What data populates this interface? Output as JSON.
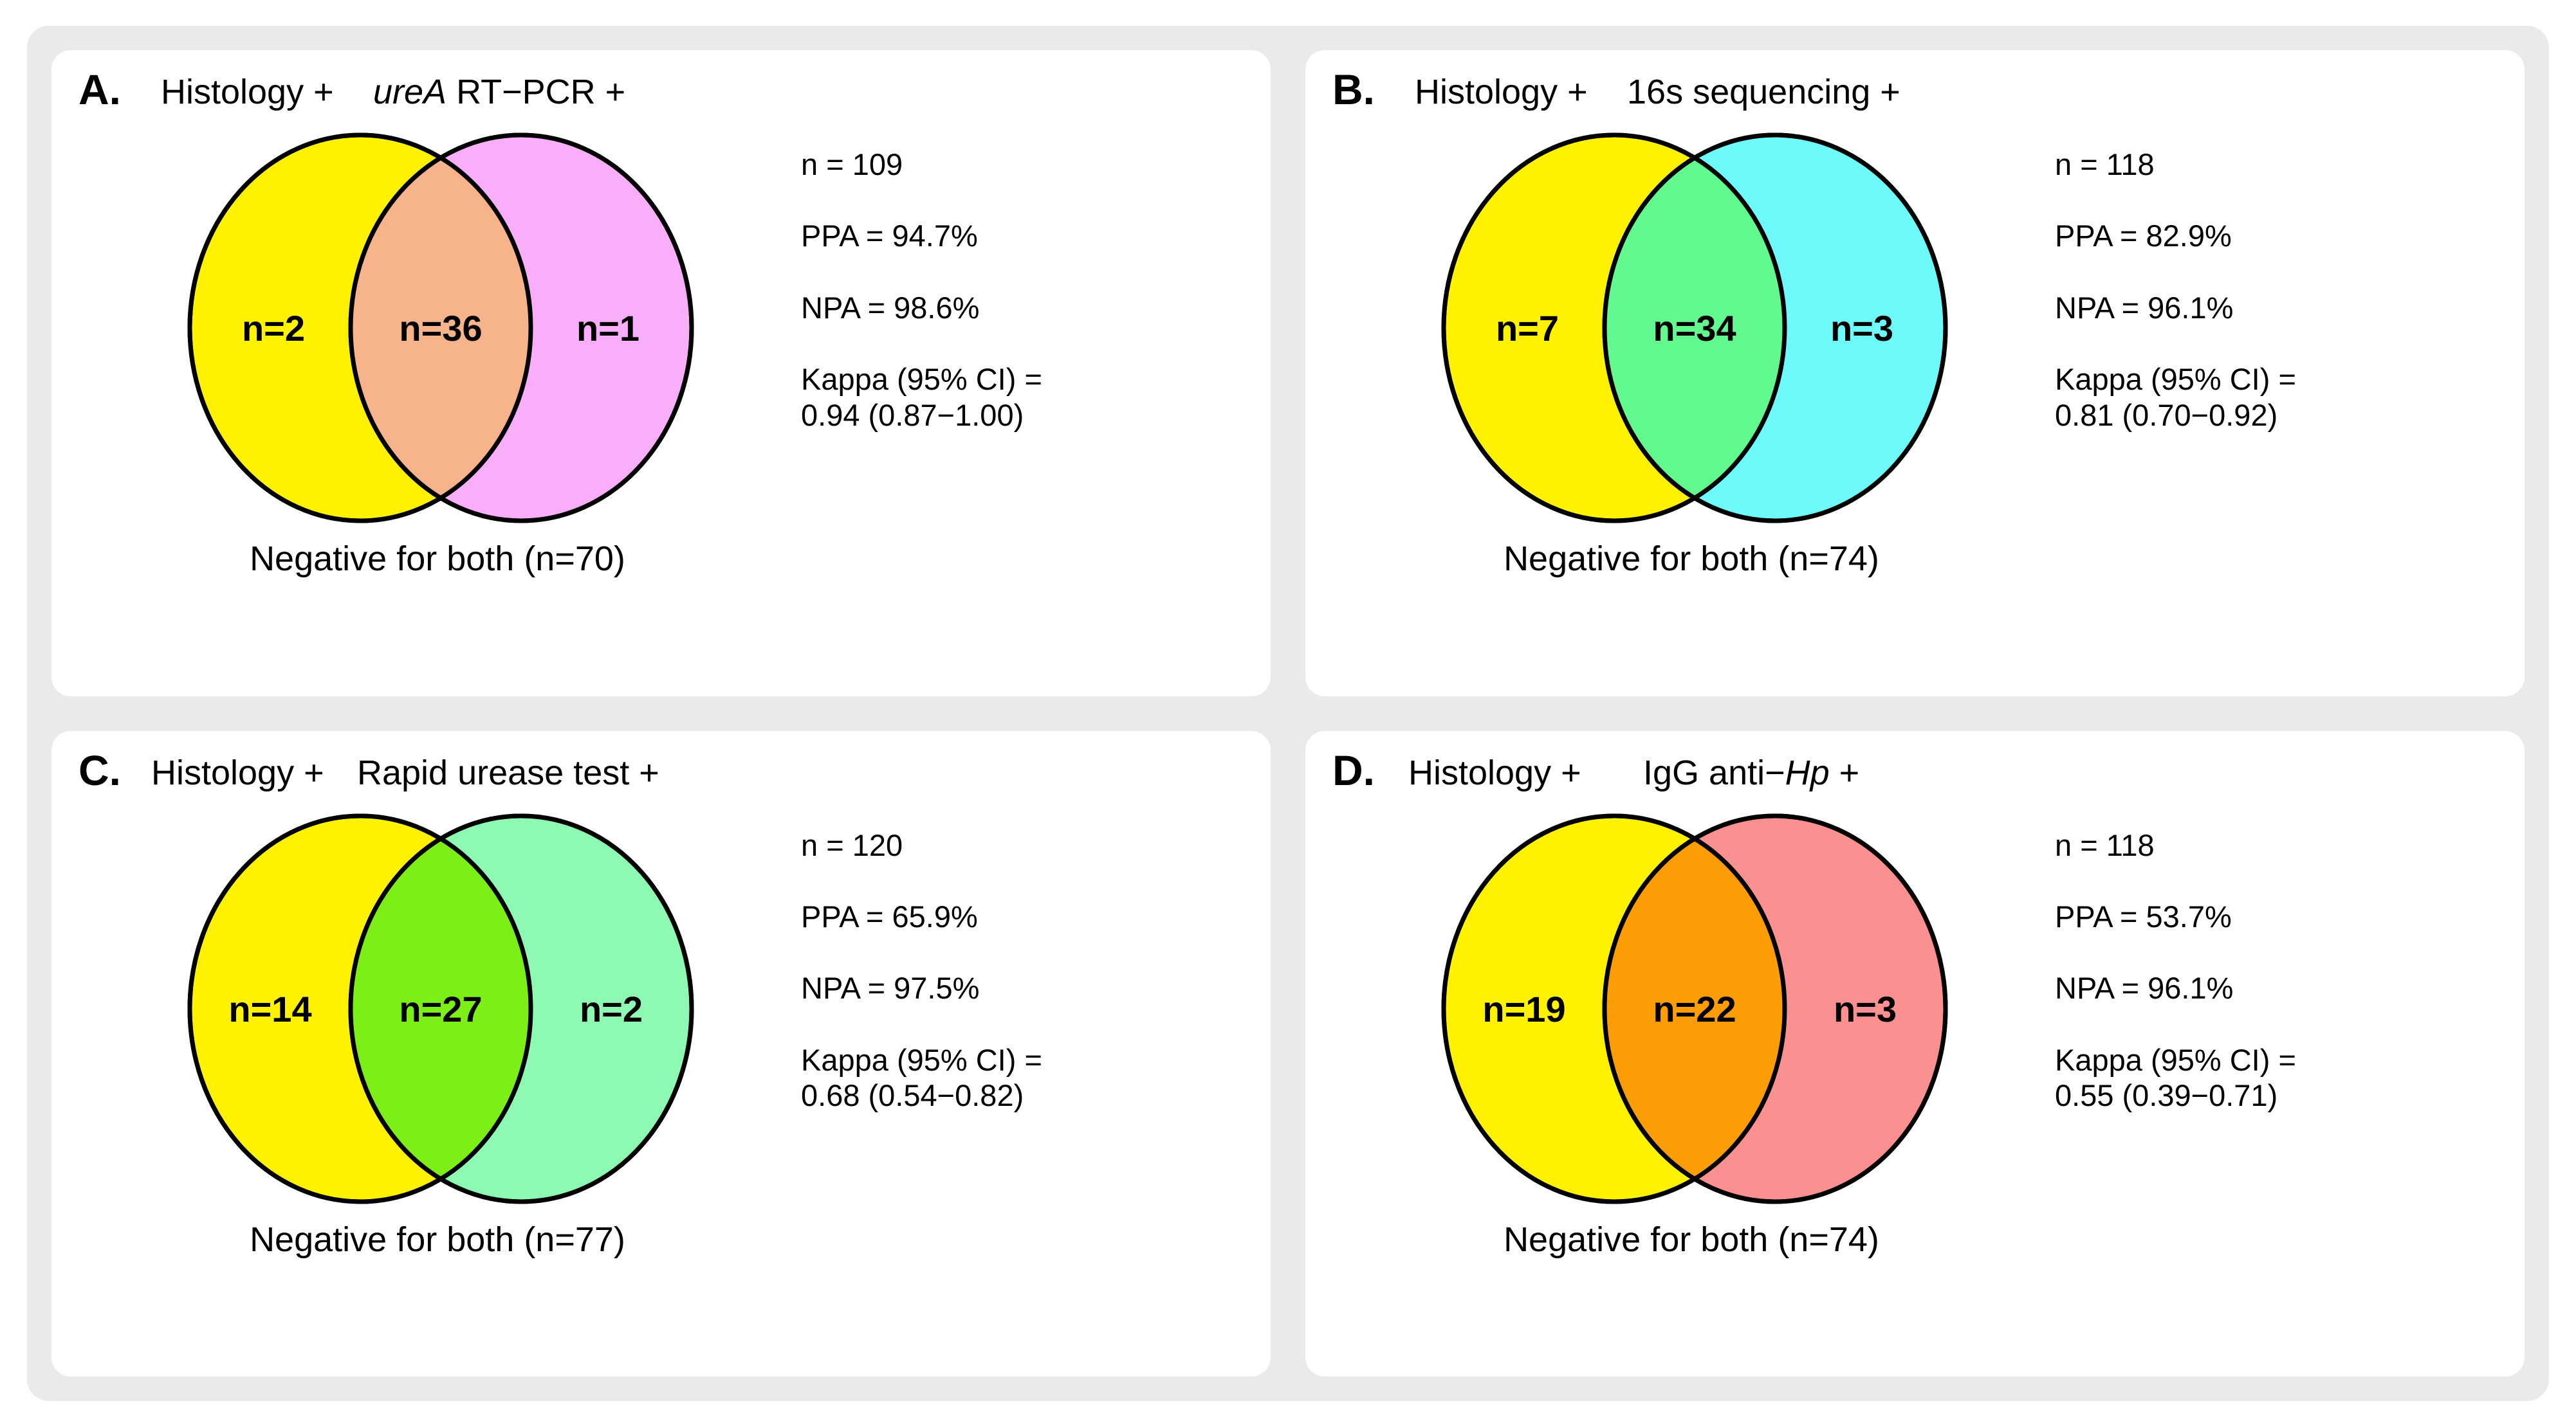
{
  "figure": {
    "background": "#ffffff",
    "container_background": "#eaeaea",
    "card_background": "#ffffff"
  },
  "colors": {
    "yellow": "#FFF200",
    "violet": "#F9AEF9",
    "peach": "#F7B48A",
    "cyan": "#6EF9FB",
    "green": "#62F98F",
    "mint": "#8DF9B2",
    "lime": "#7CF016",
    "salmon": "#FA9090",
    "orange": "#FC9D06",
    "outline": "#000000",
    "text": "#000000"
  },
  "panels": [
    {
      "letter": "A.",
      "left_label": "Histology +",
      "right_label_pre": "",
      "right_label_italic": "ureA",
      "right_label_post": " RT−PCR +",
      "left_fill": "#FFF200",
      "right_fill": "#F9AEF9",
      "overlap_fill": "#F7B48A",
      "left_count": "n=2",
      "overlap_count": "n=36",
      "right_count": "n=1",
      "negative": "Negative for both (n=70)",
      "n": "n = 109",
      "ppa": "PPA = 94.7%",
      "npa": "NPA = 98.6%",
      "kappa_label": "Kappa (95% CI) =",
      "kappa_value": "0.94 (0.87−1.00)"
    },
    {
      "letter": "B.",
      "left_label": "Histology +",
      "right_label_pre": "16s sequencing +",
      "right_label_italic": "",
      "right_label_post": "",
      "left_fill": "#FFF200",
      "right_fill": "#6EF9FB",
      "overlap_fill": "#62F98F",
      "left_count": "n=7",
      "overlap_count": "n=34",
      "right_count": "n=3",
      "negative": "Negative for both (n=74)",
      "n": "n = 118",
      "ppa": "PPA = 82.9%",
      "npa": "NPA = 96.1%",
      "kappa_label": "Kappa (95% CI) =",
      "kappa_value": "0.81 (0.70−0.92)"
    },
    {
      "letter": "C.",
      "left_label": "Histology +",
      "right_label_pre": "Rapid urease test +",
      "right_label_italic": "",
      "right_label_post": "",
      "left_fill": "#FFF200",
      "right_fill": "#8DF9B2",
      "overlap_fill": "#7CF016",
      "left_count": "n=14",
      "overlap_count": "n=27",
      "right_count": "n=2",
      "negative": "Negative for both (n=77)",
      "n": "n = 120",
      "ppa": "PPA = 65.9%",
      "npa": "NPA = 97.5%",
      "kappa_label": "Kappa (95% CI) =",
      "kappa_value": "0.68 (0.54−0.82)"
    },
    {
      "letter": "D.",
      "left_label": "Histology +",
      "right_label_pre": "IgG anti−",
      "right_label_italic": "Hp",
      "right_label_post": " +",
      "left_fill": "#FFF200",
      "right_fill": "#FA9090",
      "overlap_fill": "#FC9D06",
      "left_count": "n=19",
      "overlap_count": "n=22",
      "right_count": "n=3",
      "negative": "Negative for both (n=74)",
      "n": "n = 118",
      "ppa": "PPA = 53.7%",
      "npa": "NPA = 96.1%",
      "kappa_label": "Kappa (95% CI) =",
      "kappa_value": "0.55 (0.39−0.71)"
    }
  ],
  "chart_data": {
    "type": "venn",
    "title": "",
    "panels": [
      {
        "id": "A",
        "set_a": "Histology +",
        "set_b": "ureA RT−PCR +",
        "only_a": 2,
        "both": 36,
        "only_b": 1,
        "neither": 70,
        "total": 109,
        "ppa_percent": 94.7,
        "npa_percent": 98.6,
        "kappa": 0.94,
        "kappa_ci": [
          0.87,
          1.0
        ]
      },
      {
        "id": "B",
        "set_a": "Histology +",
        "set_b": "16s sequencing +",
        "only_a": 7,
        "both": 34,
        "only_b": 3,
        "neither": 74,
        "total": 118,
        "ppa_percent": 82.9,
        "npa_percent": 96.1,
        "kappa": 0.81,
        "kappa_ci": [
          0.7,
          0.92
        ]
      },
      {
        "id": "C",
        "set_a": "Histology +",
        "set_b": "Rapid urease test +",
        "only_a": 14,
        "both": 27,
        "only_b": 2,
        "neither": 77,
        "total": 120,
        "ppa_percent": 65.9,
        "npa_percent": 97.5,
        "kappa": 0.68,
        "kappa_ci": [
          0.54,
          0.82
        ]
      },
      {
        "id": "D",
        "set_a": "Histology +",
        "set_b": "IgG anti−Hp +",
        "only_a": 19,
        "both": 22,
        "only_b": 3,
        "neither": 74,
        "total": 118,
        "ppa_percent": 53.7,
        "npa_percent": 96.1,
        "kappa": 0.55,
        "kappa_ci": [
          0.39,
          0.71
        ]
      }
    ]
  }
}
